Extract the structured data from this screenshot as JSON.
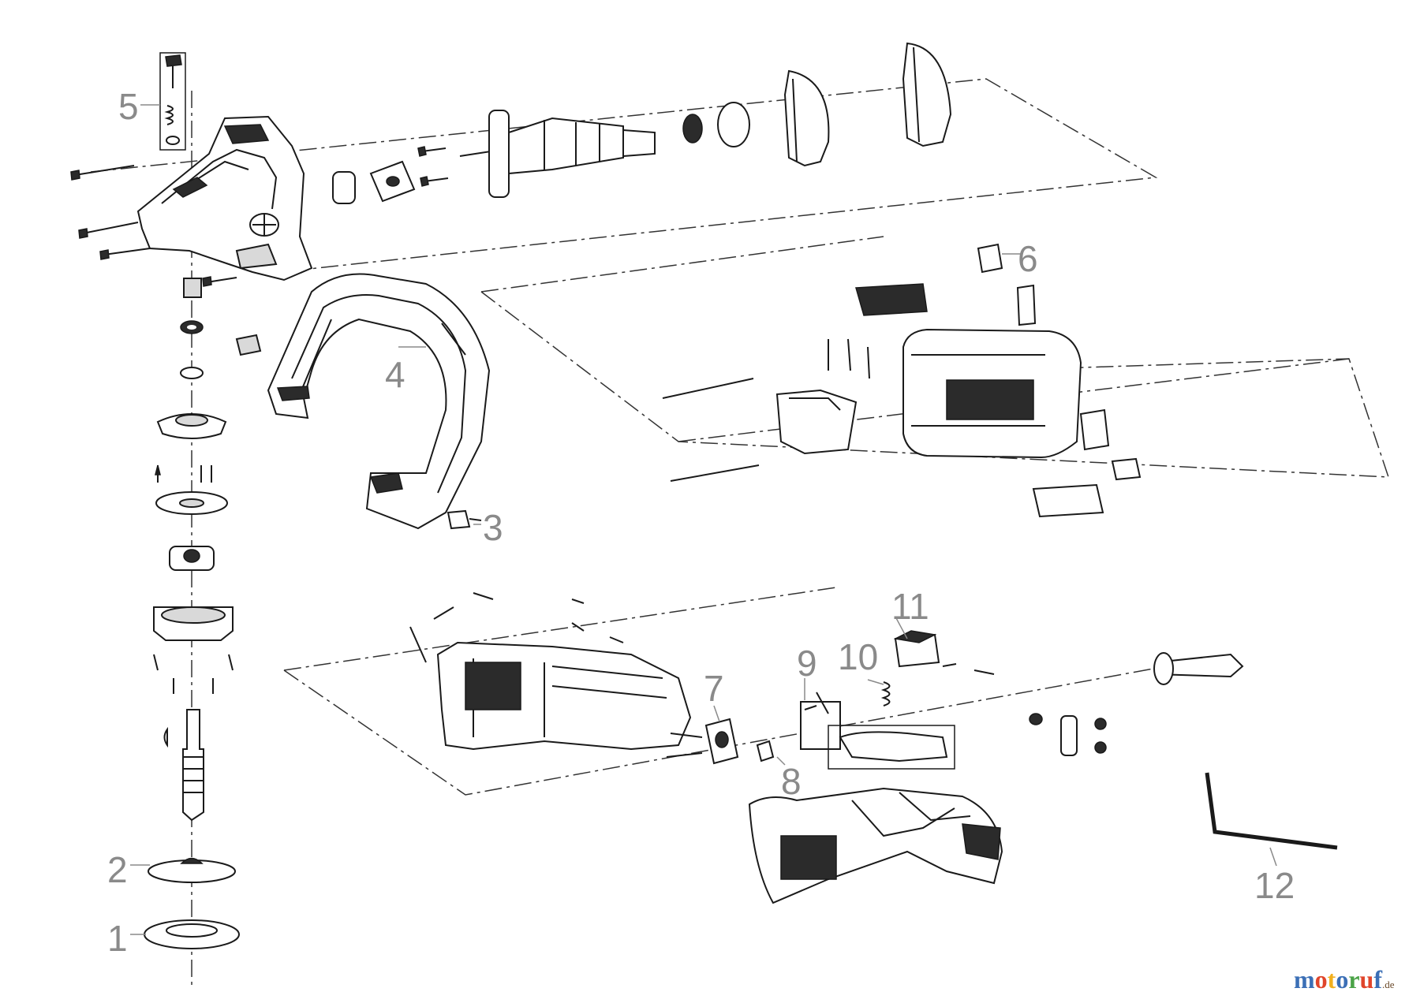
{
  "callouts": [
    {
      "id": "1",
      "label": "1"
    },
    {
      "id": "2",
      "label": "2"
    },
    {
      "id": "3",
      "label": "3"
    },
    {
      "id": "4",
      "label": "4"
    },
    {
      "id": "5",
      "label": "5"
    },
    {
      "id": "6",
      "label": "6"
    },
    {
      "id": "7",
      "label": "7"
    },
    {
      "id": "8",
      "label": "8"
    },
    {
      "id": "9",
      "label": "9"
    },
    {
      "id": "10",
      "label": "10"
    },
    {
      "id": "11",
      "label": "11"
    },
    {
      "id": "12",
      "label": "12"
    }
  ],
  "watermark": {
    "text": "motoruf",
    "suffix": ".de",
    "colors": [
      "#3b6fb6",
      "#e0452b",
      "#f2b01e",
      "#3b6fb6",
      "#4aa347",
      "#e0452b",
      "#3b6fb6"
    ]
  },
  "colors": {
    "line": "#1a1a1a",
    "callout": "#8a8a8a"
  }
}
